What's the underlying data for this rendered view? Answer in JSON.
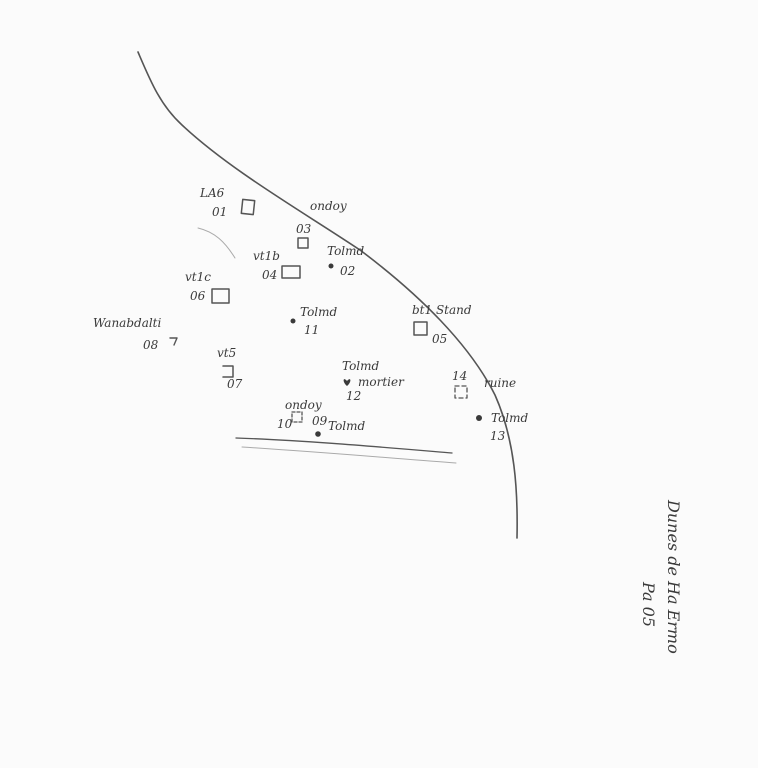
{
  "side_note": {
    "line1": "Dunes de Ha Ermo",
    "line2": "Pa 05"
  },
  "features": [
    {
      "id": "01",
      "kind": "square",
      "top": "LA6",
      "num": "01"
    },
    {
      "id": "03",
      "kind": "square",
      "num": "03"
    },
    {
      "id": "04",
      "kind": "square",
      "top": "vt1b",
      "num": "04"
    },
    {
      "id": "06",
      "kind": "square",
      "top": "vt1c",
      "num": "06"
    },
    {
      "id": "08",
      "kind": "marker",
      "top": "Wanabdalti",
      "num": "08"
    },
    {
      "id": "07",
      "kind": "bracket",
      "top": "vt5",
      "num": "07"
    },
    {
      "id": "11",
      "kind": "dot",
      "top": "Tolmd",
      "num": "11"
    },
    {
      "id": "02",
      "kind": "dot",
      "top": "Tolmd",
      "num": "02"
    },
    {
      "id": "12",
      "kind": "heart",
      "top": "Tolmd",
      "mid": "mortier",
      "num": "12"
    },
    {
      "id": "05",
      "kind": "square",
      "top": "bt1 Stand",
      "num": "05"
    },
    {
      "id": "14",
      "kind": "square-dashed",
      "top": "14",
      "side": "ruine"
    },
    {
      "id": "13",
      "kind": "dot",
      "side": "Tolmd",
      "num": "13"
    },
    {
      "id": "10",
      "kind": "square-dashed",
      "top": "ondoy",
      "num": "10"
    },
    {
      "id": "09",
      "kind": "dot",
      "num": "09",
      "side": "Tolmd"
    },
    {
      "id": "ondoy",
      "kind": "label",
      "text": "ondoy"
    }
  ]
}
